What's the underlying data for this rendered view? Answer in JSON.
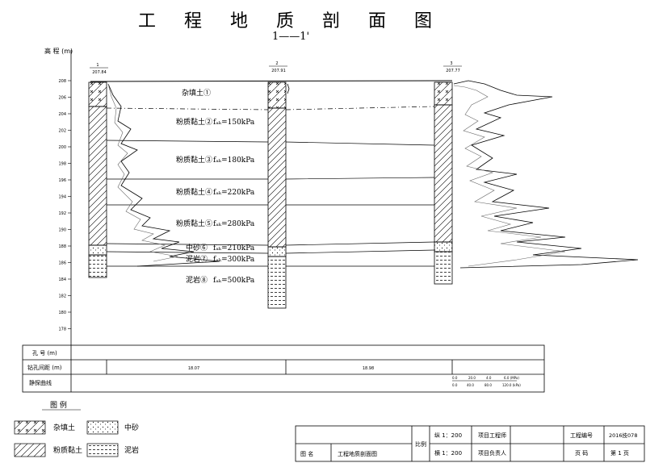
{
  "title": "工 程 地 质 剖 面 图",
  "section_id": "1——1'",
  "elevation_axis_label": "高 程 (m)",
  "elevation_ticks": [
    "208",
    "206",
    "204",
    "202",
    "200",
    "198",
    "196",
    "194",
    "192",
    "190",
    "188",
    "186",
    "184",
    "182",
    "180",
    "178"
  ],
  "boreholes": [
    {
      "no": "1",
      "elev": "207.84"
    },
    {
      "no": "2",
      "elev": "207.91"
    },
    {
      "no": "3",
      "elev": "207.77"
    }
  ],
  "strata": [
    {
      "label": "杂填土①",
      "bearing": ""
    },
    {
      "label": "粉质黏土②",
      "bearing": "fₐₖ=150kPa"
    },
    {
      "label": "粉质黏土③",
      "bearing": "fₐₖ=180kPa"
    },
    {
      "label": "粉质黏土④",
      "bearing": "fₐₖ=220kPa"
    },
    {
      "label": "粉质黏土⑤",
      "bearing": "fₐₖ=280kPa"
    },
    {
      "label": "中砂⑥",
      "bearing": "fₐₖ=210kPa"
    },
    {
      "label": "泥岩⑦",
      "bearing": "fₐₖ=300kPa"
    },
    {
      "label": "泥岩⑧",
      "bearing": "fₐₖ=500kPa"
    }
  ],
  "table": {
    "row_hole_no": "孔 号 (m)",
    "row_spacing": "钻孔间距 (m)",
    "row_cpt": "静探曲线",
    "spacing_values": [
      "18.07",
      "18.98"
    ],
    "cpt_scale_1": [
      "0.0",
      "20.0",
      "4.0",
      "6.0 (MPa)"
    ],
    "cpt_scale_2": [
      "0.0",
      "40.0",
      "80.0",
      "120.0 (kPa)"
    ]
  },
  "legend": {
    "title": "图 例",
    "items": [
      {
        "name": "杂填土",
        "pattern": "fill"
      },
      {
        "name": "中砂",
        "pattern": "sand"
      },
      {
        "name": "粉质黏土",
        "pattern": "clay"
      },
      {
        "name": "泥岩",
        "pattern": "mudstone"
      }
    ]
  },
  "title_block": {
    "label_drawing_name": "图 名",
    "drawing_name": "工程地质剖面图",
    "label_scale": "比例",
    "vertical_scale": "纵 1：200",
    "horizontal_scale": "横 1：200",
    "label_engineer": "项目工程师",
    "label_manager": "项目负责人",
    "label_project_no": "工程编号",
    "project_no": "2016技078",
    "label_page": "页 码",
    "page": "第 1 页"
  },
  "colors": {
    "line": "#000000",
    "curve1": "#000000",
    "curve2": "#555555"
  }
}
